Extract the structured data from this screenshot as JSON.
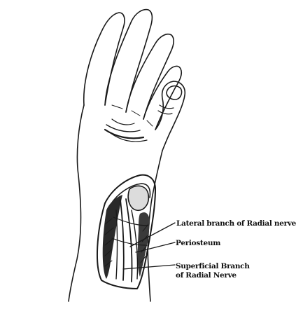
{
  "labels": {
    "lateral_branch": "Lateral branch of Radial nerve",
    "periosteum": "Periosteum",
    "superficial_branch_line1": "Superficial Branch",
    "superficial_branch_line2": "of Radial Nerve"
  },
  "colors": {
    "ink": "#111111",
    "background": "#ffffff"
  }
}
